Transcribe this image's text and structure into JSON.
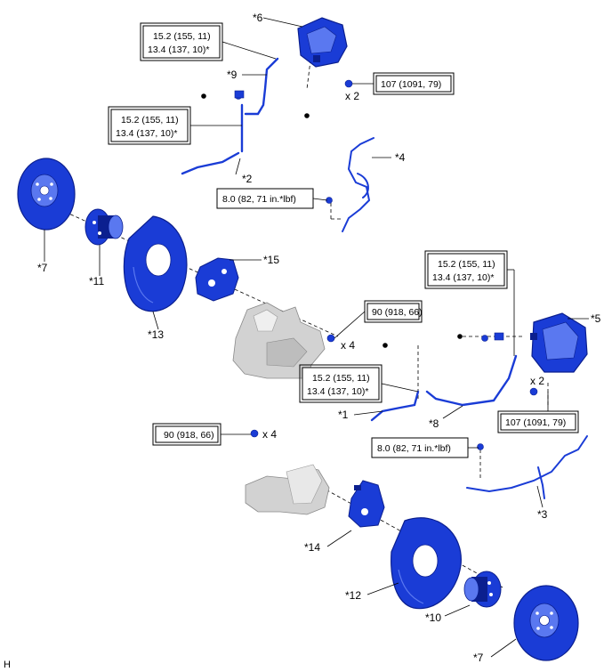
{
  "figure_letter": "H",
  "colors": {
    "part_blue": "#1a3cd6",
    "part_dark": "#0b1f8f",
    "part_light": "#5a78f0",
    "body_gray": "#d2d2d2",
    "leader": "#000000"
  },
  "torques": {
    "t1": [
      "15.2 (155, 11)",
      "13.4 (137, 10)*"
    ],
    "t2": [
      "15.2 (155, 11)",
      "13.4 (137, 10)*"
    ],
    "t3": [
      "15.2 (155, 11)",
      "13.4 (137, 10)*"
    ],
    "t4": [
      "15.2 (155, 11)",
      "13.4 (137, 10)*"
    ],
    "t5": "107 (1091, 79)",
    "t6": "107 (1091, 79)",
    "t7": "8.0 (82, 71 in.*lbf)",
    "t8": "8.0 (82, 71 in.*lbf)",
    "t9": "90 (918, 66)",
    "t10": "90 (918, 66)"
  },
  "quantities": {
    "q1": "x 2",
    "q2": "x 2",
    "q3": "x 4",
    "q4": "x 4"
  },
  "callouts": {
    "c1": "*1",
    "c2": "*2",
    "c3": "*3",
    "c4": "*4",
    "c5": "*5",
    "c6": "*6",
    "c7a": "*7",
    "c7b": "*7",
    "c8": "*8",
    "c9": "*9",
    "c10": "*10",
    "c11": "*11",
    "c12": "*12",
    "c13": "*13",
    "c14": "*14",
    "c15": "*15"
  }
}
